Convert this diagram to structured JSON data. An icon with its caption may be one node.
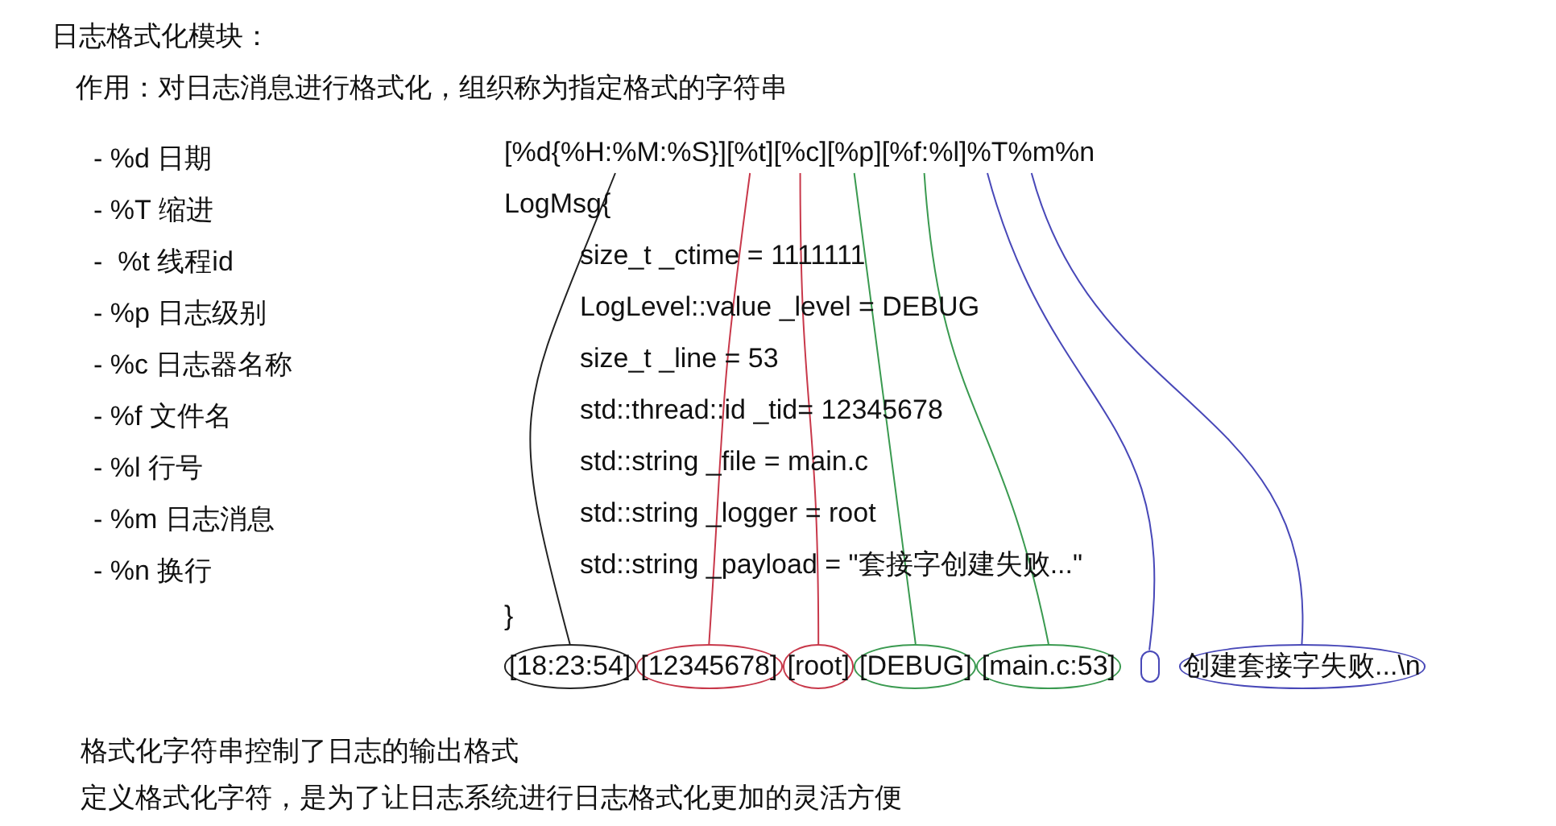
{
  "diagram": {
    "title": "日志格式化模块：",
    "nodes": [
      {
        "text": [
          "[%d{%H:%M:%S}]"
        ]
      },
      {
        "text": [
          "[%t]"
        ]
      },
      {
        "text": [
          "[%c]"
        ]
      },
      {
        "text": [
          "[%p]"
        ]
      },
      {
        "text": [
          "[%f:%l]"
        ]
      },
      {
        "text": [
          "%T"
        ]
      },
      {
        "text": [
          "%m"
        ]
      },
      {
        "text": [
          "%n"
        ]
      },
      {
        "text": [
          "[18:23:54]"
        ]
      },
      {
        "text": [
          "[12345678]"
        ]
      },
      {
        "text": [
          "[root]"
        ]
      },
      {
        "text": [
          "[DEBUG]"
        ]
      },
      {
        "text": [
          "[main.c:53]"
        ]
      },
      {
        "text": [],
        "shape": "circle"
      },
      {
        "text": [
          "创建套接字失败...\\n"
        ]
      }
    ],
    "edges": [
      {
        "from": 0,
        "to": 8,
        "arrow": "none",
        "color": "#222222"
      },
      {
        "from": 1,
        "to": 9,
        "arrow": "none",
        "color": "#c8384a"
      },
      {
        "from": 2,
        "to": 10,
        "arrow": "none",
        "color": "#c8384a"
      },
      {
        "from": 3,
        "to": 11,
        "arrow": "none",
        "color": "#3a9a50"
      },
      {
        "from": 4,
        "to": 12,
        "arrow": "none",
        "color": "#3a9a50"
      },
      {
        "from": 5,
        "to": 13,
        "arrow": "none",
        "color": "#4848b8"
      },
      {
        "from": 6,
        "to": 14,
        "arrow": "none",
        "color": "#4848b8"
      }
    ],
    "labels": [
      "作用：对日志消息进行格式化，组织称为指定格式的字符串",
      "- %d 日期",
      "- %T 缩进",
      "-  %t 线程id",
      "- %p 日志级别",
      "- %c 日志器名称",
      "- %f 文件名",
      "- %l 行号",
      "- %m 日志消息",
      "- %n 换行",
      "LogMsg{",
      "size_t _ctime = 1111111",
      "LogLevel::value _level = DEBUG",
      "size_t _line = 53",
      "std::thread::id _tid= 12345678",
      "std::string _file = main.c",
      "std::string _logger = root",
      "std::string _payload = \"套接字创建失败...\"",
      "}",
      "格式化字符串控制了日志的输出格式",
      "定义格式化字符，是为了让日志系统进行日志格式化更加的灵活方便"
    ]
  }
}
